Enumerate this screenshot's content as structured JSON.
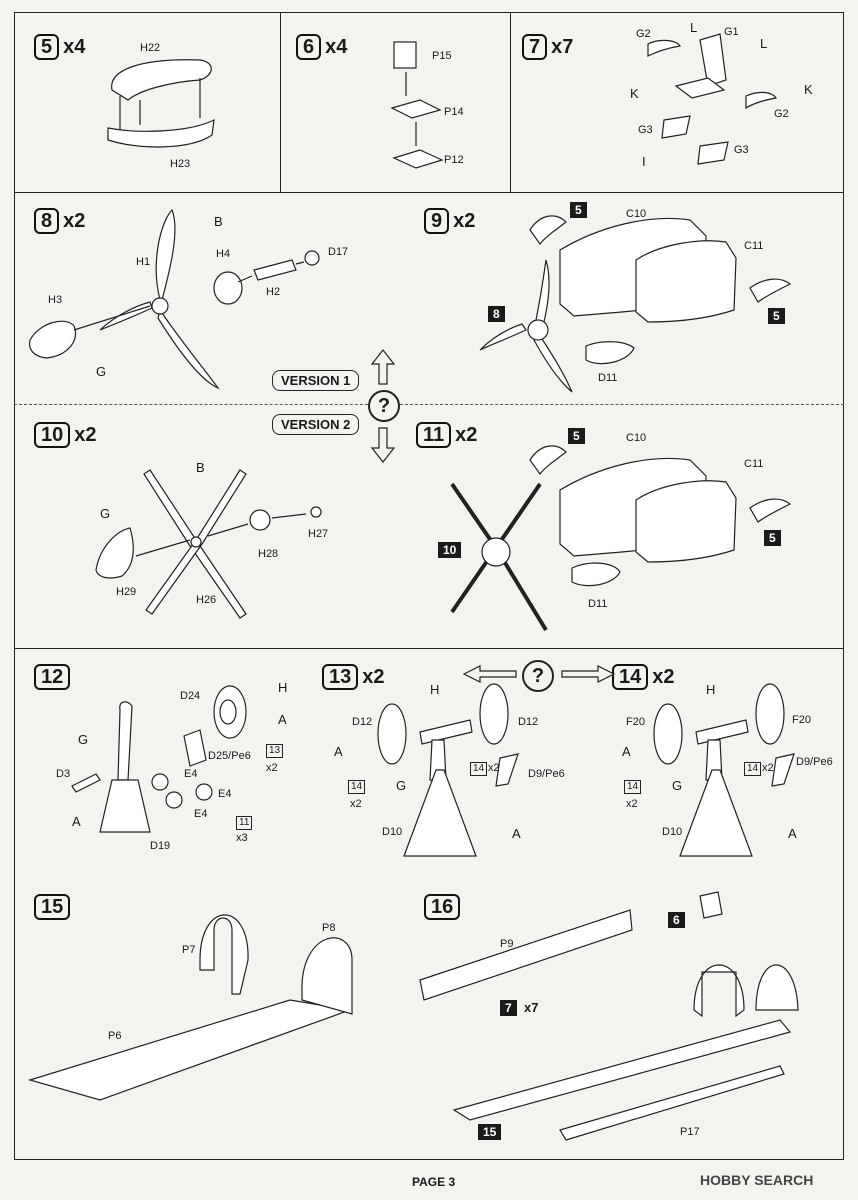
{
  "steps": [
    {
      "id": "s5",
      "num": "5",
      "mult": "x4"
    },
    {
      "id": "s6",
      "num": "6",
      "mult": "x4"
    },
    {
      "id": "s7",
      "num": "7",
      "mult": "x7"
    },
    {
      "id": "s8",
      "num": "8",
      "mult": "x2"
    },
    {
      "id": "s9",
      "num": "9",
      "mult": "x2"
    },
    {
      "id": "s10",
      "num": "10",
      "mult": "x2"
    },
    {
      "id": "s11",
      "num": "11",
      "mult": "x2"
    },
    {
      "id": "s12",
      "num": "12",
      "mult": ""
    },
    {
      "id": "s13",
      "num": "13",
      "mult": "x2"
    },
    {
      "id": "s14",
      "num": "14",
      "mult": "x2"
    },
    {
      "id": "s15",
      "num": "15",
      "mult": ""
    },
    {
      "id": "s16",
      "num": "16",
      "mult": ""
    }
  ],
  "labels": {
    "s5": [
      "H22",
      "H23"
    ],
    "s6": [
      "P15",
      "P14",
      "P12"
    ],
    "s7": [
      "G2",
      "L",
      "G1",
      "L",
      "K",
      "K",
      "G2",
      "G3",
      "G3",
      "I"
    ],
    "s8": [
      "B",
      "H1",
      "H4",
      "D17",
      "H2",
      "H3",
      "G"
    ],
    "s9": [
      "C10",
      "C11",
      "D11"
    ],
    "s10": [
      "B",
      "G",
      "H28",
      "H27",
      "H29",
      "H26"
    ],
    "s11": [
      "C10",
      "C11",
      "D11"
    ],
    "s12": [
      "D24",
      "H",
      "A",
      "G",
      "D25/Pe6",
      "x2",
      "D3",
      "E4",
      "E4",
      "E4",
      "A",
      "D19",
      "x3"
    ],
    "s13": [
      "H",
      "D12",
      "D12",
      "A",
      "x2",
      "G",
      "D9/Pe6",
      "x2",
      "D10",
      "A"
    ],
    "s14": [
      "H",
      "F20",
      "F20",
      "A",
      "x2",
      "G",
      "D9/Pe6",
      "x2",
      "D10",
      "A"
    ],
    "s15": [
      "P7",
      "P8",
      "P6"
    ],
    "s16": [
      "P9",
      "x7",
      "P17"
    ]
  },
  "circled": {
    "s12a": "13",
    "s12b": "11",
    "s13a": "14",
    "s13b": "14",
    "s14a": "14",
    "s14b": "14"
  },
  "refs": {
    "r5a": "5",
    "r5b": "5",
    "r8": "8",
    "r5c": "5",
    "r5d": "5",
    "r10": "10",
    "r6": "6",
    "r7": "7",
    "r15": "15"
  },
  "version": {
    "v1": "VERSION 1",
    "v2": "VERSION 2",
    "q": "?",
    "q2": "?"
  },
  "footer": {
    "page": "PAGE 3",
    "watermark": "HOBBY SEARCH"
  }
}
